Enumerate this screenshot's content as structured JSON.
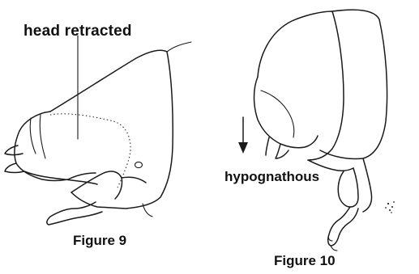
{
  "figure9": {
    "annotation": "head retracted",
    "caption": "Figure 9"
  },
  "figure10": {
    "annotation": "hypognathous",
    "caption": "Figure 10"
  }
}
